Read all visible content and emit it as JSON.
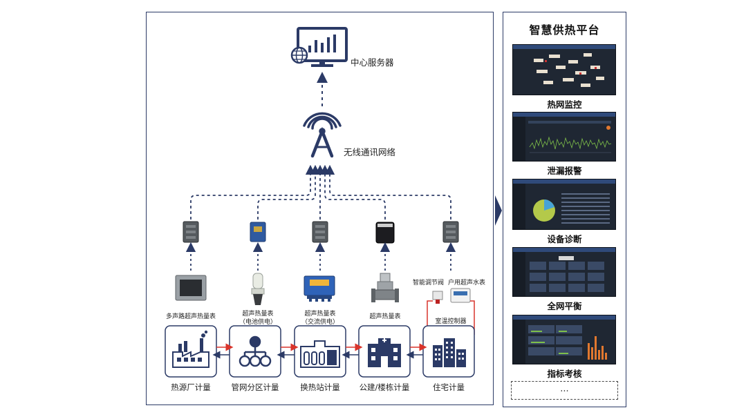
{
  "server": {
    "label": "中心服务器"
  },
  "network": {
    "label": "无线通讯网络"
  },
  "meters": [
    {
      "label": "多声路超声热量表",
      "sub": ""
    },
    {
      "label": "超声热量表",
      "sub": "（电池供电）"
    },
    {
      "label": "超声热量表",
      "sub": "（交流供电）"
    },
    {
      "label": "超声热量表",
      "sub": ""
    }
  ],
  "residential_devices": {
    "valve": "智能调节阀",
    "water_meter": "户用超声水表",
    "controller": "室温控制器"
  },
  "stations": [
    {
      "label": "热源厂计量",
      "icon": "factory-icon"
    },
    {
      "label": "管网分区计量",
      "icon": "network-zone-icon"
    },
    {
      "label": "换热站计量",
      "icon": "heat-exchange-station-icon"
    },
    {
      "label": "公建/楼栋计量",
      "icon": "public-building-icon"
    },
    {
      "label": "住宅计量",
      "icon": "residential-building-icon"
    }
  ],
  "platform": {
    "title": "智慧供热平台",
    "modules": [
      {
        "label": "热网监控"
      },
      {
        "label": "泄漏报警"
      },
      {
        "label": "设备诊断"
      },
      {
        "label": "全网平衡"
      },
      {
        "label": "指标考核"
      }
    ],
    "more": "..."
  },
  "colors": {
    "navy": "#2b3a66",
    "supply_line": "#d9342b",
    "return_line": "#2b3a66",
    "pie_main": "#b4c94a",
    "pie_slice": "#46a3d8",
    "trend_line": "#7fc04a"
  }
}
